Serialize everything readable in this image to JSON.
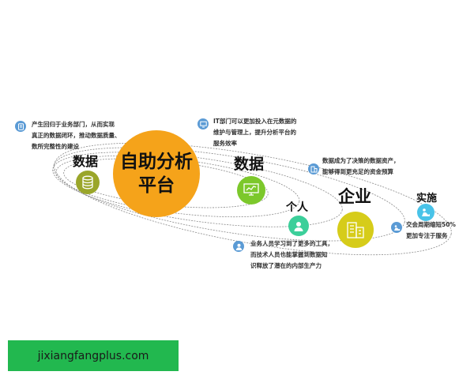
{
  "hub": {
    "line1": "自助分析",
    "line2": "平台",
    "color": "#f5a31a"
  },
  "nodes": [
    {
      "id": "data-left",
      "label": "数据",
      "icon": "database-icon",
      "color": "#9aa62a"
    },
    {
      "id": "data-right",
      "label": "数据",
      "icon": "monitor-chart-icon",
      "color": "#7cc82b"
    },
    {
      "id": "personal",
      "label": "个人",
      "icon": "person-icon",
      "color": "#3ccf9a"
    },
    {
      "id": "enterprise",
      "label": "企业",
      "icon": "building-icon",
      "color": "#d6cc1a"
    },
    {
      "id": "implementation",
      "label": "实施",
      "icon": "delivery-icon",
      "color": "#49c3e8"
    }
  ],
  "notes": [
    {
      "id": "note-data-left",
      "icon": "document-icon",
      "lines": [
        "产生回归于业务部门，从而实现",
        "真正的数据闭环，推动数据质量、",
        "数所完整性的建设"
      ]
    },
    {
      "id": "note-data-right",
      "icon": "monitor-icon",
      "lines": [
        "IT部门可以更加投入在元数据的",
        "维护与管理上，提升分析平台的",
        "服务效率"
      ]
    },
    {
      "id": "note-enterprise",
      "icon": "building-icon",
      "lines": [
        "数据成为了决策的数据资产，",
        "能够得到更充足的资金预算"
      ]
    },
    {
      "id": "note-implementation",
      "icon": "delivery-icon",
      "lines": [
        "交会周期缩短50%",
        "更加专注于服务"
      ]
    },
    {
      "id": "note-personal",
      "icon": "person-icon",
      "lines": [
        "业务人员学习到了更多的工具，",
        "而技术人员也能掌握到数据知",
        "识释放了潜在的内部生产力"
      ]
    }
  ],
  "note_icon_color": "#5b9bd5",
  "watermark": {
    "text": "jixiangfangplus.com",
    "color": "#22b84f"
  }
}
